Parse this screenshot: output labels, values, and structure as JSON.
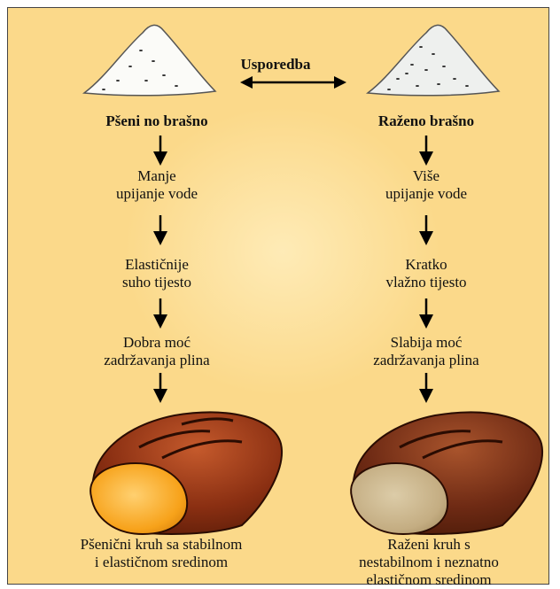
{
  "compare_label": "Usporedba",
  "left": {
    "title": "Pšeni no brašno",
    "steps": [
      "Manje\nupijanje vode",
      "Elastičnije\nsuho tijesto",
      "Dobra moć\nzadržavanja plina"
    ],
    "caption": "Pšenični kruh sa stabilnom\ni elastičnom sredinom",
    "crumb_color": "#f7a21a",
    "crust_color": "#8a2f12"
  },
  "right": {
    "title": "Raženo brašno",
    "steps": [
      "Više\nupijanje vode",
      "Kratko\nvlažno tijesto",
      "Slabija moć\nzadržavanja plina"
    ],
    "caption": "Raženi kruh s\nnestabilnom i neznatno\nelastičnom sredinom",
    "crumb_color": "#c4ad82",
    "crust_color": "#6e2a14"
  },
  "background_color": "#fbd98a",
  "icons": [
    "flour-pile-icon",
    "double-arrow-icon",
    "down-arrow-icon",
    "bread-loaf-icon"
  ]
}
